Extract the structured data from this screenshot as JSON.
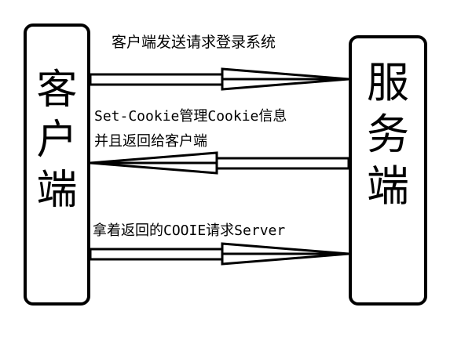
{
  "client": {
    "chars": [
      "客",
      "户",
      "端"
    ]
  },
  "server": {
    "chars": [
      "服",
      "务",
      "端"
    ]
  },
  "messages": {
    "request_login": "客户端发送请求登录系统",
    "set_cookie_line1": "Set-Cookie管理Cookie信息",
    "set_cookie_line2": "并且返回给客户端",
    "request_with_cookie": "拿着返回的COOIE请求Server"
  }
}
